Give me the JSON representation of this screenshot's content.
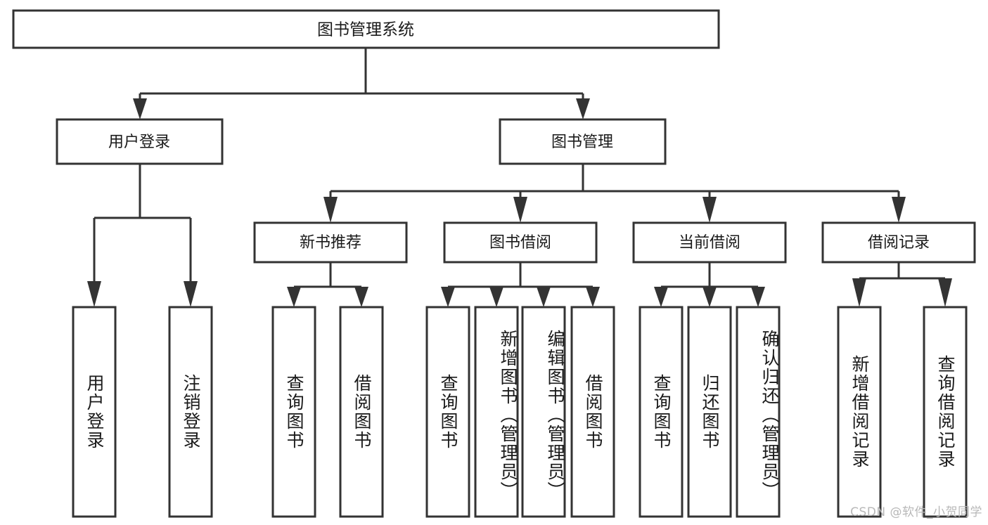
{
  "diagram": {
    "type": "tree-hierarchy",
    "title": "图书管理系统",
    "root": {
      "id": "root",
      "label": "图书管理系统",
      "orientation": "horizontal"
    },
    "level2": [
      {
        "id": "user-login",
        "label": "用户登录",
        "orientation": "horizontal"
      },
      {
        "id": "book-management",
        "label": "图书管理",
        "orientation": "horizontal"
      }
    ],
    "level3": [
      {
        "id": "new-book-recommend",
        "label": "新书推荐",
        "parent": "book-management",
        "orientation": "horizontal"
      },
      {
        "id": "book-borrow",
        "label": "图书借阅",
        "parent": "book-management",
        "orientation": "horizontal"
      },
      {
        "id": "current-borrow",
        "label": "当前借阅",
        "parent": "book-management",
        "orientation": "horizontal"
      },
      {
        "id": "borrow-record",
        "label": "借阅记录",
        "parent": "book-management",
        "orientation": "horizontal"
      }
    ],
    "leaves": [
      {
        "id": "leaf-user-login",
        "label": "用户登录",
        "parent": "user-login",
        "orientation": "vertical"
      },
      {
        "id": "leaf-logout-login",
        "label": "注销登录",
        "parent": "user-login",
        "orientation": "vertical"
      },
      {
        "id": "leaf-query-book-1",
        "label": "查询图书",
        "parent": "new-book-recommend",
        "orientation": "vertical"
      },
      {
        "id": "leaf-borrow-book-1",
        "label": "借阅图书",
        "parent": "new-book-recommend",
        "orientation": "vertical"
      },
      {
        "id": "leaf-query-book-2",
        "label": "查询图书",
        "parent": "book-borrow",
        "orientation": "vertical"
      },
      {
        "id": "leaf-add-book",
        "label": "新增图书（管理员）",
        "parent": "book-borrow",
        "orientation": "vertical"
      },
      {
        "id": "leaf-edit-book",
        "label": "编辑图书（管理员）",
        "parent": "book-borrow",
        "orientation": "vertical"
      },
      {
        "id": "leaf-borrow-book-2",
        "label": "借阅图书",
        "parent": "book-borrow",
        "orientation": "vertical"
      },
      {
        "id": "leaf-query-book-3",
        "label": "查询图书",
        "parent": "current-borrow",
        "orientation": "vertical"
      },
      {
        "id": "leaf-return-book",
        "label": "归还图书",
        "parent": "current-borrow",
        "orientation": "vertical"
      },
      {
        "id": "leaf-confirm-return",
        "label": "确认归还（管理员）",
        "parent": "current-borrow",
        "orientation": "vertical"
      },
      {
        "id": "leaf-add-record",
        "label": "新增借阅记录",
        "parent": "borrow-record",
        "orientation": "vertical"
      },
      {
        "id": "leaf-query-record",
        "label": "查询借阅记录",
        "parent": "borrow-record",
        "orientation": "vertical"
      }
    ],
    "colors": {
      "background": "#ffffff",
      "box_fill": "#ffffff",
      "box_stroke": "#333333",
      "text": "#1a1a1a",
      "watermark": "#b8b8b8"
    }
  },
  "watermark": {
    "text": "CSDN @软件_小贺同学"
  }
}
